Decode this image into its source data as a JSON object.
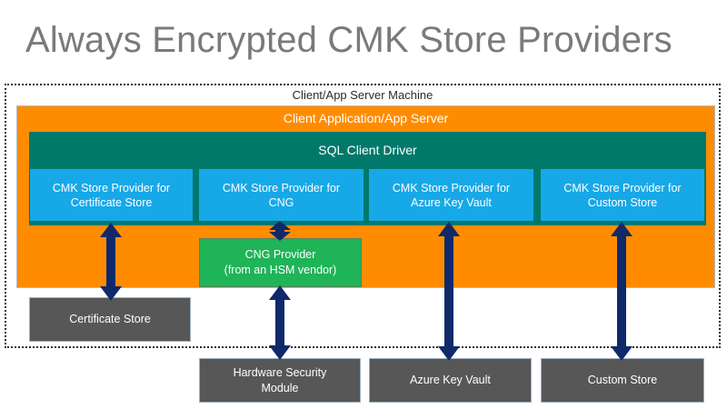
{
  "title": "Always Encrypted CMK Store Providers",
  "colors": {
    "title_text": "#7a7a7a",
    "client_app": "#ff8c00",
    "sql_driver": "#00796b",
    "provider": "#17a8e8",
    "cng_provider": "#1eb457",
    "store": "#575757",
    "arrow": "#10296b",
    "boundary": "#2b2b2b",
    "background": "#ffffff"
  },
  "diagram": {
    "machine": {
      "label": "Client/App Server Machine"
    },
    "client_application": {
      "label": "Client Application/App Server"
    },
    "sql_driver": {
      "label": "SQL Client Driver"
    },
    "providers": [
      {
        "line1": "CMK Store Provider for",
        "line2": "Certificate Store"
      },
      {
        "line1": "CMK Store Provider for",
        "line2": "CNG"
      },
      {
        "line1": "CMK Store Provider for",
        "line2": "Azure Key Vault"
      },
      {
        "line1": "CMK Store Provider for",
        "line2": "Custom Store"
      }
    ],
    "cng_provider": {
      "line1": "CNG Provider",
      "line2": "(from an HSM vendor)"
    },
    "stores": [
      {
        "line1": "Certificate Store",
        "line2": ""
      },
      {
        "line1": "Hardware Security",
        "line2": "Module"
      },
      {
        "line1": "Azure Key Vault",
        "line2": ""
      },
      {
        "line1": "Custom Store",
        "line2": ""
      }
    ],
    "connectors": [
      {
        "name": "cert-provider-to-certificate-store",
        "style": "double-headed-vertical"
      },
      {
        "name": "cng-provider-to-cng",
        "style": "double-headed-vertical"
      },
      {
        "name": "cng-provider-to-hsm",
        "style": "double-headed-vertical"
      },
      {
        "name": "akv-provider-to-azure-key-vault",
        "style": "double-headed-vertical"
      },
      {
        "name": "custom-provider-to-custom-store",
        "style": "double-headed-vertical"
      }
    ]
  }
}
